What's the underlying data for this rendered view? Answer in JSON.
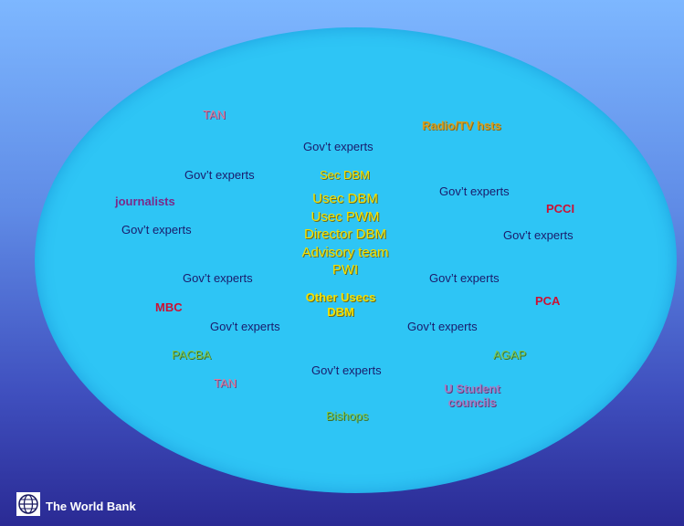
{
  "labels": {
    "tan_top": "TAN",
    "radio_tv": "Radio/TV hsts",
    "govt_top": "Gov’t experts",
    "govt_left1": "Gov’t experts",
    "sec_dbm": "Sec DBM",
    "journalists": "journalists",
    "govt_right1": "Gov’t experts",
    "pcci": "PCCI",
    "govt_left2": "Gov’t experts",
    "govt_right2": "Gov’t experts",
    "govt_left3": "Gov’t experts",
    "govt_right3": "Gov’t experts",
    "mbc": "MBC",
    "pca": "PCA",
    "govt_left4": "Gov’t experts",
    "govt_right4": "Gov’t experts",
    "pacba": "PACBA",
    "agap": "AGAP",
    "govt_bottom": "Gov’t experts",
    "tan_bottom": "TAN",
    "u_student_1": "U Student",
    "u_student_2": "councils",
    "bishops": "Bishops"
  },
  "center": {
    "line1": "Usec  DBM",
    "line2": "Usec PWM",
    "line3": "Director DBM",
    "line4": "Advisory team",
    "line5": "PWI"
  },
  "center2": {
    "line1": "Other Usecs",
    "line2": "DBM"
  },
  "footer": {
    "logo_icon": "globe-icon",
    "text": "The World Bank"
  }
}
